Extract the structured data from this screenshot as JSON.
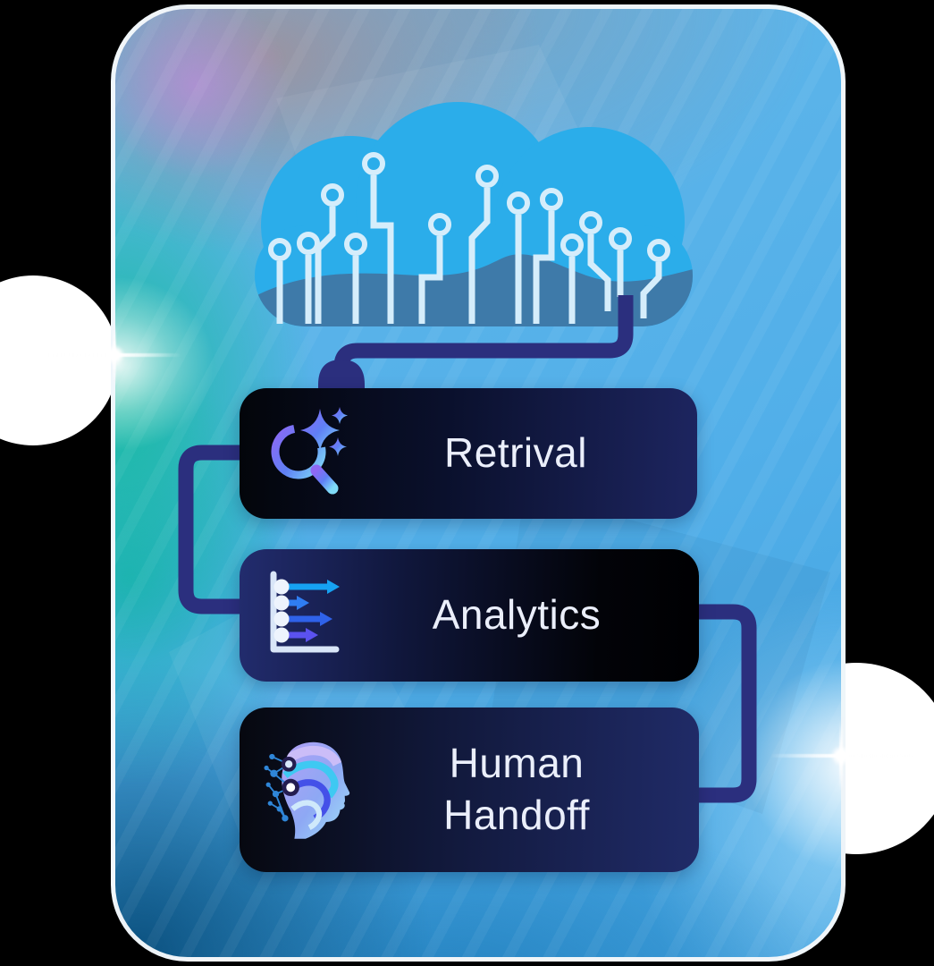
{
  "page": {
    "type": "infographic-diagram",
    "background": "#000000"
  },
  "diagram": {
    "cloud": {
      "name": "AI cloud with circuit traces"
    },
    "nodes": [
      {
        "id": "retrieval",
        "label": "Retrival",
        "icon": "search-sparkles-icon"
      },
      {
        "id": "analytics",
        "label": "Analytics",
        "icon": "analytics-arrows-icon"
      },
      {
        "id": "human-handoff",
        "label": "Human Handoff",
        "label_lines": [
          "Human",
          "Handoff"
        ],
        "icon": "human-head-ai-icon"
      }
    ],
    "connections": [
      {
        "from": "cloud",
        "to": "retrieval"
      },
      {
        "from": "retrieval",
        "to": "analytics",
        "routed": "left"
      },
      {
        "from": "analytics",
        "to": "human-handoff",
        "routed": "right"
      }
    ]
  },
  "colors": {
    "connector": "#2b2f7e",
    "cloud": "#2badea",
    "cloudband": "#3e7aa9",
    "trace": "#d5edfb",
    "nodetext": "#ebeffb"
  }
}
